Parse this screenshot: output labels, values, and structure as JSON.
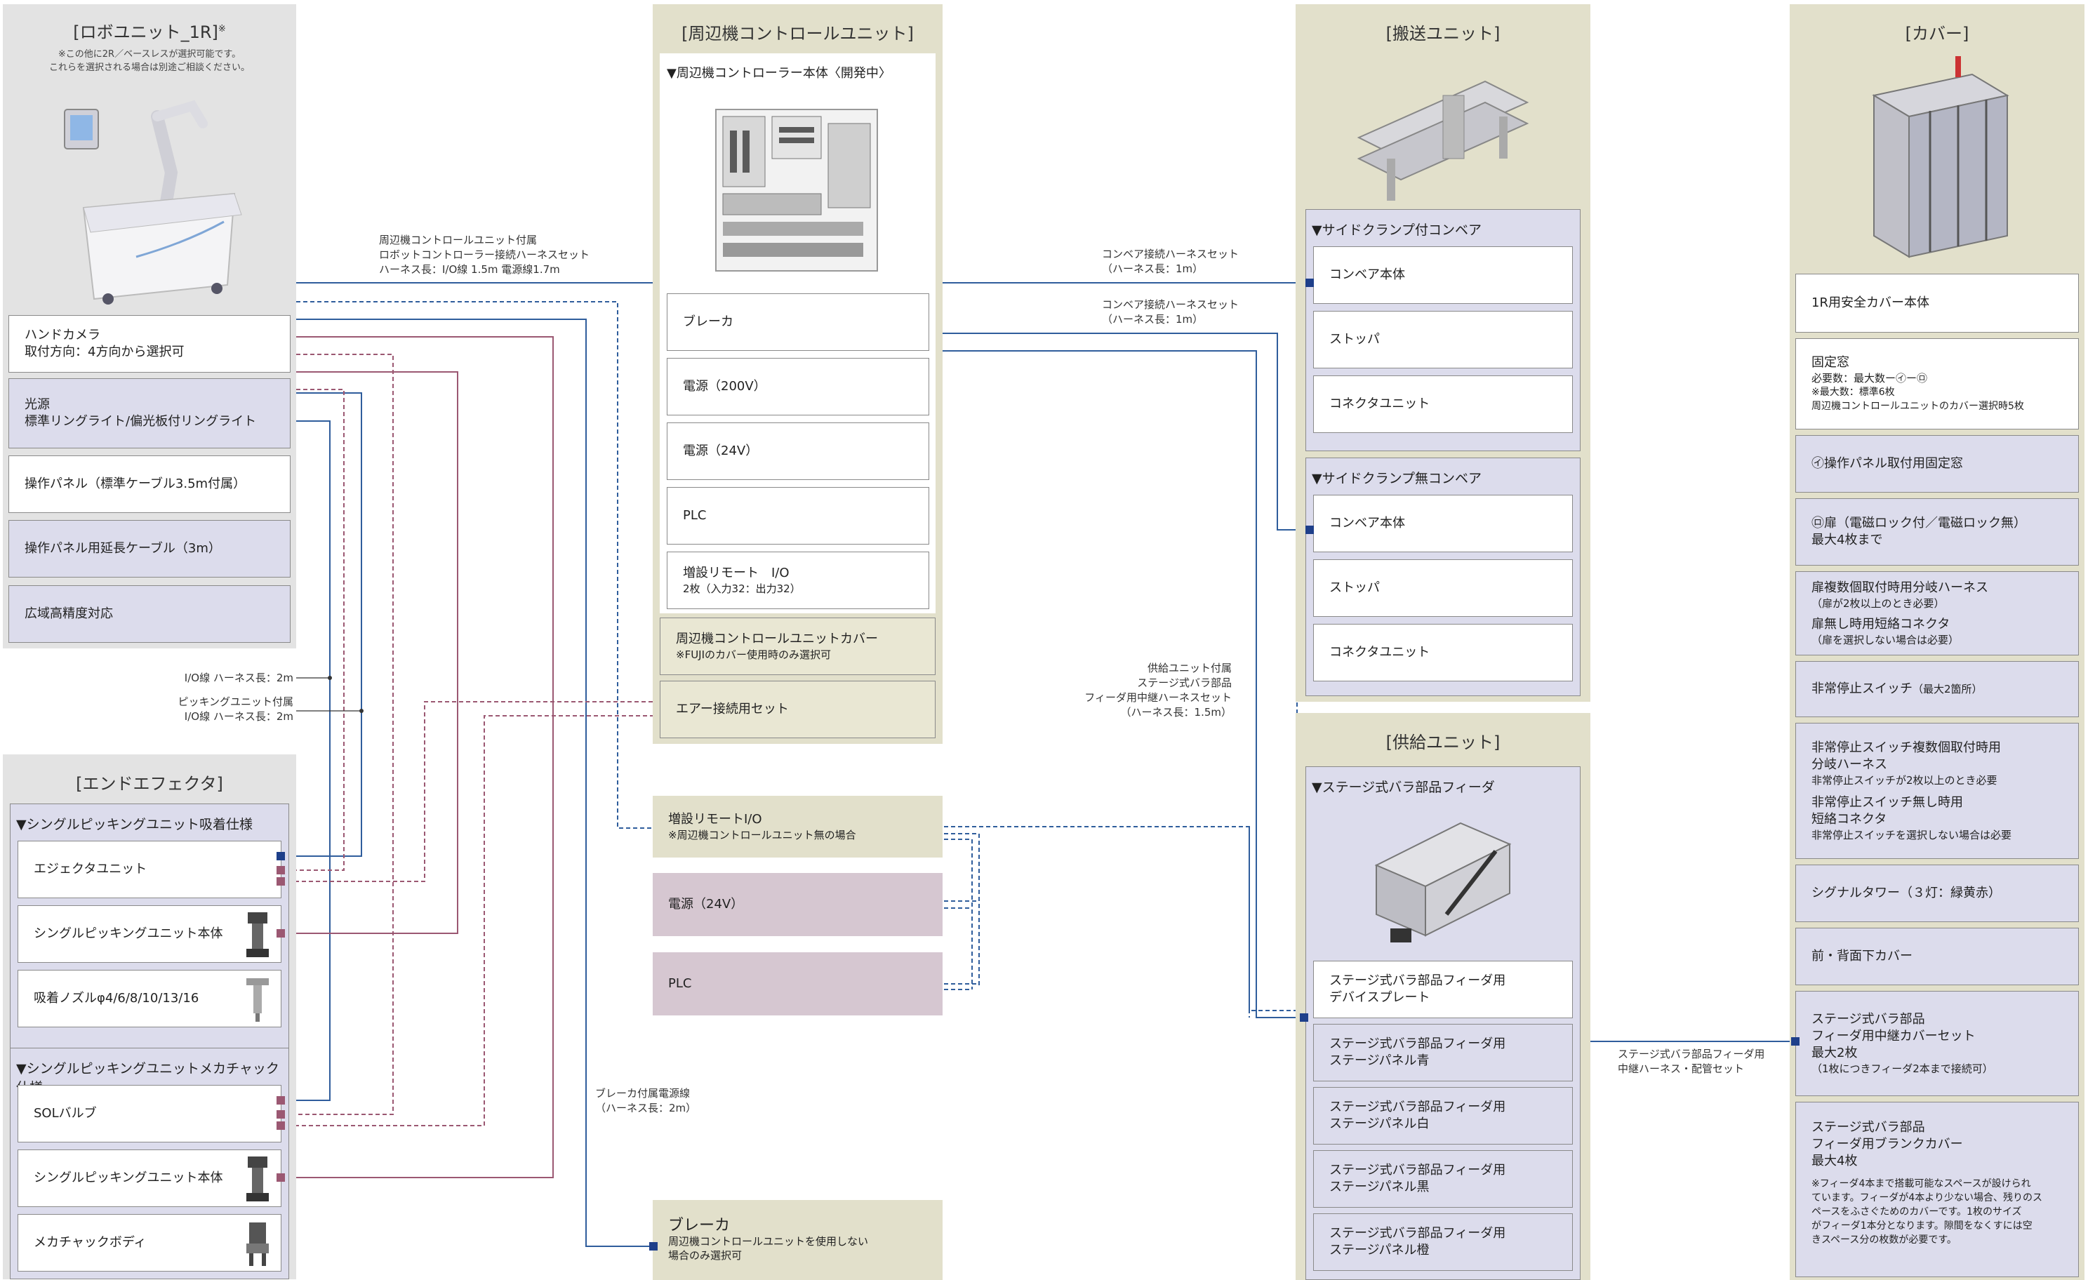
{
  "colors": {
    "blue": "#2f5d9c",
    "mauve": "#9b5872",
    "navy": "#1e3f8a"
  },
  "robo": {
    "title": "[ロボユニット_1R]",
    "title_mark": "※",
    "note": "※この他に2R／ベースレスが選択可能です。\nこれらを選択される場合は別途ご相談ください。",
    "items": [
      {
        "label": "ハンドカメラ",
        "sub": "取付方向：4方向から選択可"
      },
      {
        "label": "光源",
        "sub": "標準リングライト/偏光板付リングライト"
      },
      {
        "label": "操作パネル（標準ケーブル3.5m付属）"
      },
      {
        "label": "操作パネル用延長ケーブル（3m）"
      },
      {
        "label": "広域高精度対応"
      }
    ]
  },
  "controller": {
    "title": "[周辺機コントロールユニット]",
    "body_head": "▼周辺機コントローラー本体〈開発中〉",
    "items": [
      {
        "label": "ブレーカ"
      },
      {
        "label": "電源（200V）"
      },
      {
        "label": "電源（24V）"
      },
      {
        "label": "PLC"
      },
      {
        "label": "増設リモート　I/O",
        "sub": "2枚（入力32：出力32）"
      }
    ],
    "cover": {
      "label": "周辺機コントロールユニットカバー",
      "sub": "※FUJIのカバー使用時のみ選択可"
    },
    "air": {
      "label": "エアー接続用セット"
    }
  },
  "standalone": {
    "remote_io": {
      "label": "増設リモートI/O",
      "sub": "※周辺機コントロールユニット無の場合"
    },
    "power24": {
      "label": "電源（24V）"
    },
    "plc": {
      "label": "PLC"
    },
    "breaker": {
      "label": "ブレーカ",
      "sub": "周辺機コントロールユニットを使用しない\n場合のみ選択可"
    }
  },
  "transfer": {
    "title": "[搬送ユニット]",
    "with_clamp": {
      "head": "▼サイドクランプ付コンベア",
      "items": [
        "コンベア本体",
        "ストッパ",
        "コネクタユニット"
      ]
    },
    "without_clamp": {
      "head": "▼サイドクランプ無コンベア",
      "items": [
        "コンベア本体",
        "ストッパ",
        "コネクタユニット"
      ]
    }
  },
  "supply": {
    "title": "[供給ユニット]",
    "head": "▼ステージ式バラ部品フィーダ",
    "items": [
      "ステージ式バラ部品フィーダ用\nデバイスプレート",
      "ステージ式バラ部品フィーダ用\nステージパネル青",
      "ステージ式バラ部品フィーダ用\nステージパネル白",
      "ステージ式バラ部品フィーダ用\nステージパネル黒",
      "ステージ式バラ部品フィーダ用\nステージパネル橙"
    ]
  },
  "effector": {
    "title": "[エンドエフェクタ]",
    "suction": {
      "head": "▼シングルピッキングユニット吸着仕様",
      "items": [
        "エジェクタユニット",
        "シングルピッキングユニット本体",
        "吸着ノズルφ4/6/8/10/13/16"
      ]
    },
    "chuck": {
      "head": "▼シングルピッキングユニットメカチャック仕様",
      "items": [
        "SOLバルブ",
        "シングルピッキングユニット本体",
        "メカチャックボディ"
      ]
    }
  },
  "cover": {
    "title": "[カバー]",
    "items": [
      {
        "label": "1R用安全カバー本体"
      },
      {
        "label": "固定窓",
        "sub": "必要数：最大数ー㋑ー㋺",
        "sub2": "※最大数：標準6枚\n周辺機コントロールユニットのカバー選択時5枚"
      },
      {
        "label": "㋑操作パネル取付用固定窓"
      },
      {
        "label": "㋺扉（電磁ロック付／電磁ロック無）\n最大4枚まで"
      },
      {
        "label": "扉複数個取付時用分岐ハーネス",
        "sub": "（扉が2枚以上のとき必要）",
        "label2": "扉無し時用短絡コネクタ",
        "sub2": "（扉を選択しない場合は必要）"
      },
      {
        "label": "非常停止スイッチ",
        "sub": "（最大2箇所）"
      },
      {
        "label": "非常停止スイッチ複数個取付時用\n分岐ハーネス",
        "sub": "非常停止スイッチが2枚以上のとき必要",
        "label2": "非常停止スイッチ無し時用\n短絡コネクタ",
        "sub2": "非常停止スイッチを選択しない場合は必要"
      },
      {
        "label": "シグナルタワー（３灯：緑黄赤）"
      },
      {
        "label": "前・背面下カバー"
      },
      {
        "label": "ステージ式バラ部品\nフィーダ用中継カバーセット\n最大2枚",
        "sub": "（1枚につきフィーダ2本まで接続可）"
      },
      {
        "label": "ステージ式バラ部品\nフィーダ用ブランクカバー\n最大4枚",
        "sub": "※フィーダ4本まで搭載可能なスペースが設けられ\nています。フィーダが4本より少ない場合、残りのス\nペースをふさぐためのカバーです。1枚のサイズ\nがフィーダ1本分となります。隙間をなくすには空\nきスペース分の枚数が必要です。"
      }
    ]
  },
  "wire_labels": {
    "robot_harness": "周辺機コントロールユニット付属\nロボットコントローラー接続ハーネスセット\nハーネス長：I/O線 1.5m 電源線1.7m",
    "conveyor1": "コンベア接続ハーネスセット\n（ハーネス長：1m）",
    "conveyor2": "コンベア接続ハーネスセット\n（ハーネス長：1m）",
    "feeder_harness": "供給ユニット付属\nステージ式バラ部品\nフィーダ用中継ハーネスセット\n（ハーネス長：1.5m）",
    "io_line": "I/O線 ハーネス長：2m",
    "picking_io": "ピッキングユニット付属\nI/O線 ハーネス長：2m",
    "breaker_power": "ブレーカ付属電源線\n（ハーネス長：2m）",
    "feeder_relay": "ステージ式バラ部品フィーダ用\n中継ハーネス・配管セット"
  }
}
